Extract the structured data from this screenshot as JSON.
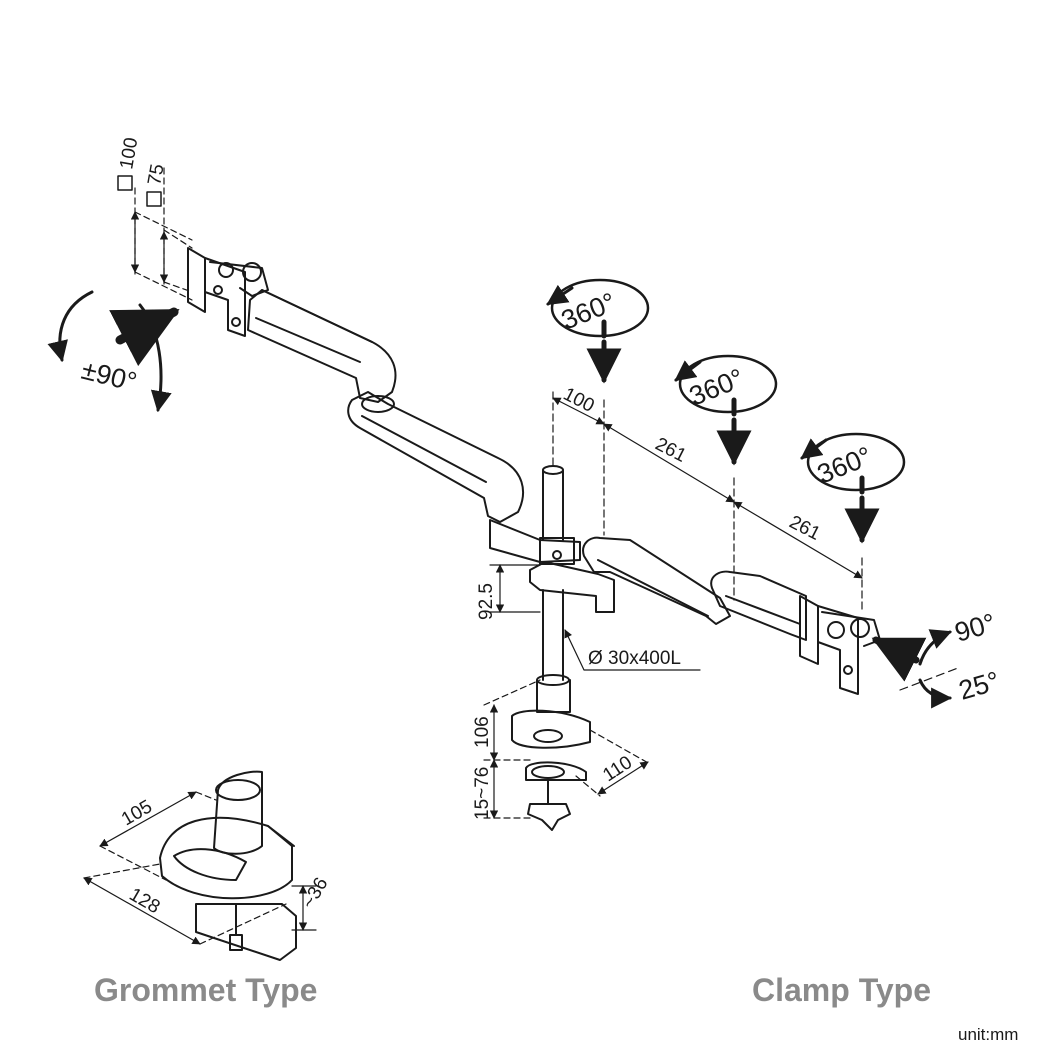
{
  "vesa": {
    "outer": "100",
    "inner": "75"
  },
  "rotations": {
    "tilt_left": "±90°",
    "swivel_1": "360°",
    "swivel_2": "360°",
    "swivel_3": "360°",
    "tilt_right_up": "90°",
    "tilt_right_down": "25°"
  },
  "dimensions": {
    "offset": "100",
    "arm_1": "261",
    "arm_2": "261",
    "height_step": "92.5",
    "pole": "Ø 30x400L",
    "clamp_base_height": "106",
    "clamp_range": "15~76",
    "clamp_depth": "110",
    "grommet_width": "105",
    "grommet_length": "128",
    "grommet_thickness": "~36"
  },
  "captions": {
    "grommet": "Grommet Type",
    "clamp": "Clamp Type",
    "unit": "unit:mm"
  },
  "colors": {
    "line": "#1a1a1a",
    "caption": "#8a8a8a"
  }
}
